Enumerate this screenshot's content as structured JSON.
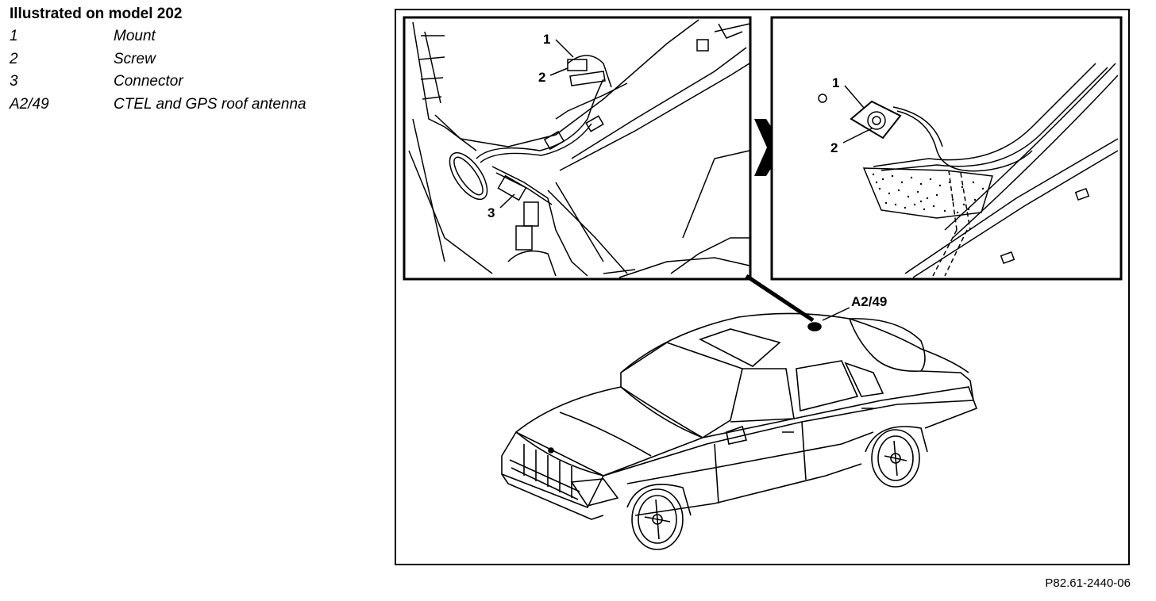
{
  "legend": {
    "title": "Illustrated on model 202",
    "items": [
      {
        "key": "1",
        "label": "Mount"
      },
      {
        "key": "2",
        "label": "Screw"
      },
      {
        "key": "3",
        "label": "Connector"
      },
      {
        "key": "A2/49",
        "label": "CTEL and GPS roof antenna"
      }
    ]
  },
  "callouts": {
    "left_1": "1",
    "left_2": "2",
    "left_3": "3",
    "right_1": "1",
    "right_2": "2",
    "car_antenna": "A2/49"
  },
  "reference": "P82.61-2440-06"
}
